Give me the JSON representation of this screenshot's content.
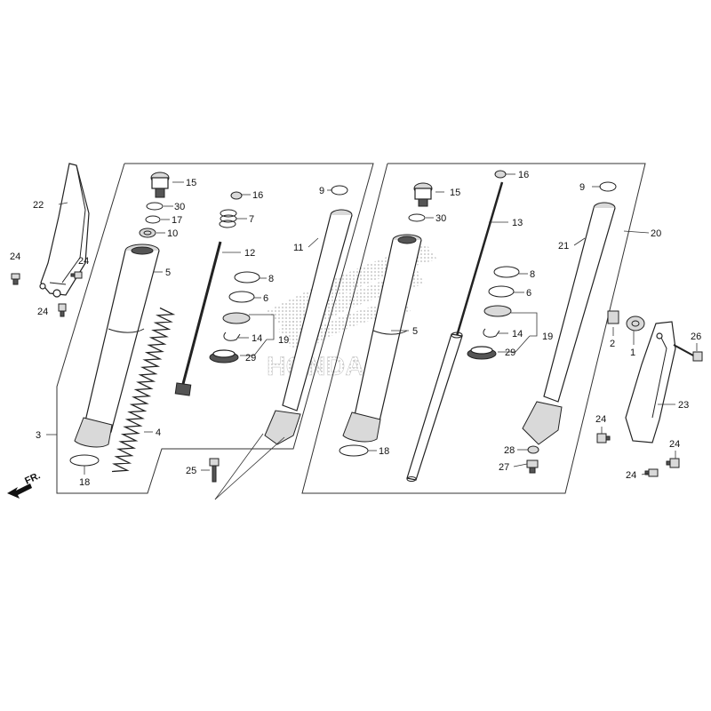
{
  "watermark": "HONDA",
  "direction": "FR.",
  "callouts": [
    {
      "id": "c-22",
      "text": "22"
    },
    {
      "id": "c-24a",
      "text": "24"
    },
    {
      "id": "c-24b",
      "text": "24"
    },
    {
      "id": "c-24c",
      "text": "24"
    },
    {
      "id": "c-15a",
      "text": "15"
    },
    {
      "id": "c-30a",
      "text": "30"
    },
    {
      "id": "c-17",
      "text": "17"
    },
    {
      "id": "c-10",
      "text": "10"
    },
    {
      "id": "c-5a",
      "text": "5"
    },
    {
      "id": "c-3",
      "text": "3"
    },
    {
      "id": "c-4",
      "text": "4"
    },
    {
      "id": "c-18a",
      "text": "18"
    },
    {
      "id": "c-16a",
      "text": "16"
    },
    {
      "id": "c-7",
      "text": "7"
    },
    {
      "id": "c-12",
      "text": "12"
    },
    {
      "id": "c-8a",
      "text": "8"
    },
    {
      "id": "c-6a",
      "text": "6"
    },
    {
      "id": "c-14a",
      "text": "14"
    },
    {
      "id": "c-19a",
      "text": "19"
    },
    {
      "id": "c-29a",
      "text": "29"
    },
    {
      "id": "c-9a",
      "text": "9"
    },
    {
      "id": "c-11",
      "text": "11"
    },
    {
      "id": "c-25",
      "text": "25"
    },
    {
      "id": "c-15b",
      "text": "15"
    },
    {
      "id": "c-30b",
      "text": "30"
    },
    {
      "id": "c-5b",
      "text": "5"
    },
    {
      "id": "c-18b",
      "text": "18"
    },
    {
      "id": "c-16b",
      "text": "16"
    },
    {
      "id": "c-13",
      "text": "13"
    },
    {
      "id": "c-8b",
      "text": "8"
    },
    {
      "id": "c-6b",
      "text": "6"
    },
    {
      "id": "c-14b",
      "text": "14"
    },
    {
      "id": "c-19b",
      "text": "19"
    },
    {
      "id": "c-29b",
      "text": "29"
    },
    {
      "id": "c-9b",
      "text": "9"
    },
    {
      "id": "c-20",
      "text": "20"
    },
    {
      "id": "c-21",
      "text": "21"
    },
    {
      "id": "c-2",
      "text": "2"
    },
    {
      "id": "c-1",
      "text": "1"
    },
    {
      "id": "c-26",
      "text": "26"
    },
    {
      "id": "c-23",
      "text": "23"
    },
    {
      "id": "c-24d",
      "text": "24"
    },
    {
      "id": "c-24e",
      "text": "24"
    },
    {
      "id": "c-24f",
      "text": "24"
    },
    {
      "id": "c-28",
      "text": "28"
    },
    {
      "id": "c-27",
      "text": "27"
    }
  ]
}
